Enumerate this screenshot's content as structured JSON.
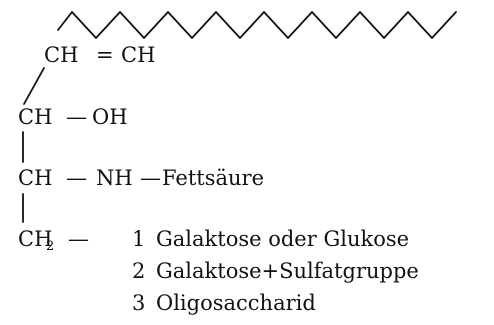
{
  "formula": {
    "row1": {
      "left": "CH",
      "bond": "=",
      "right": "CH"
    },
    "row2": {
      "left": "CH",
      "bond": "—",
      "right": "OH"
    },
    "row3": {
      "left": "CH",
      "bond": "—",
      "mid": "NH",
      "bond2": "—",
      "right": "Fettsäure"
    },
    "row4": {
      "left": "CH",
      "subscript": "2",
      "bond": "—"
    }
  },
  "substituents": [
    {
      "number": "1",
      "label": "Galaktose oder Glukose"
    },
    {
      "number": "2",
      "label": "Galaktose+Sulfatgruppe"
    },
    {
      "number": "3",
      "label": "Oligosaccharid"
    }
  ]
}
